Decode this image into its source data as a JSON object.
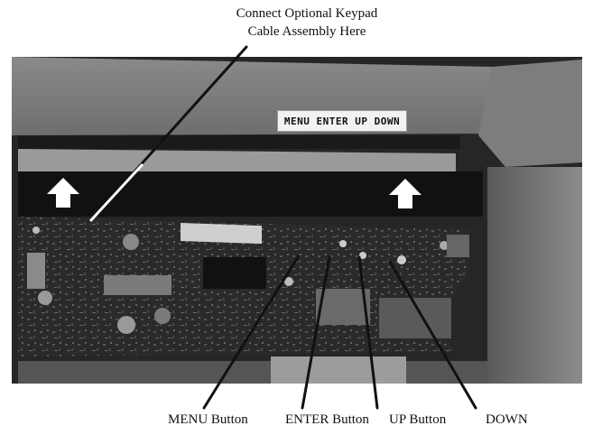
{
  "callout_top": {
    "line1": "Connect Optional Keypad",
    "line2": "Cable Assembly Here"
  },
  "panel_label": "MENU ENTER UP DOWN",
  "labels": {
    "menu_button": "MENU Button",
    "enter_button": "ENTER Button",
    "up_button": "UP Button",
    "down": "DOWN"
  }
}
